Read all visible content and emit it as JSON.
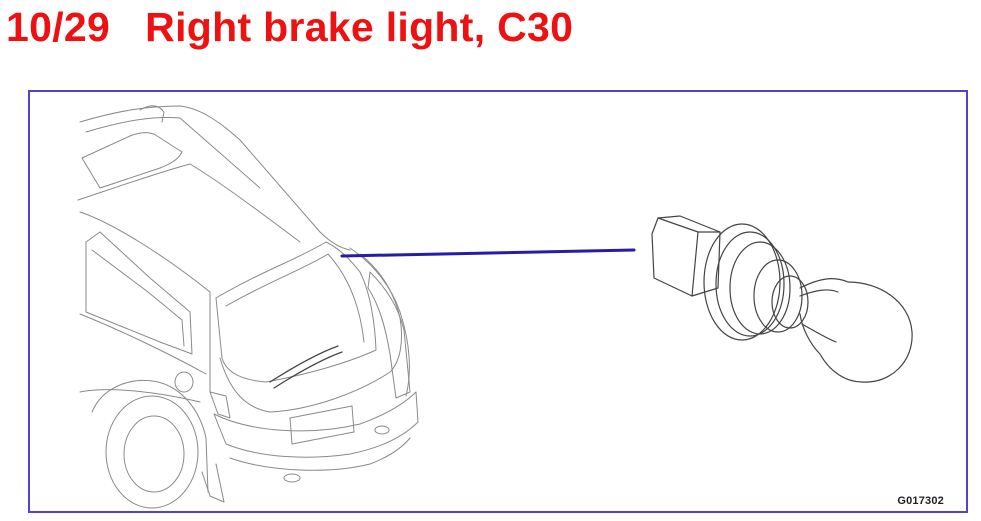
{
  "header": {
    "title": "10/29   Right brake light, C30"
  },
  "figure": {
    "code": "G017302",
    "icons": [
      "car-rear-illustration",
      "brake-light-bulb-illustration"
    ],
    "colors": {
      "title": "#ee1111",
      "frame": "#5a40c8",
      "pointer": "#2a1aa8"
    }
  }
}
